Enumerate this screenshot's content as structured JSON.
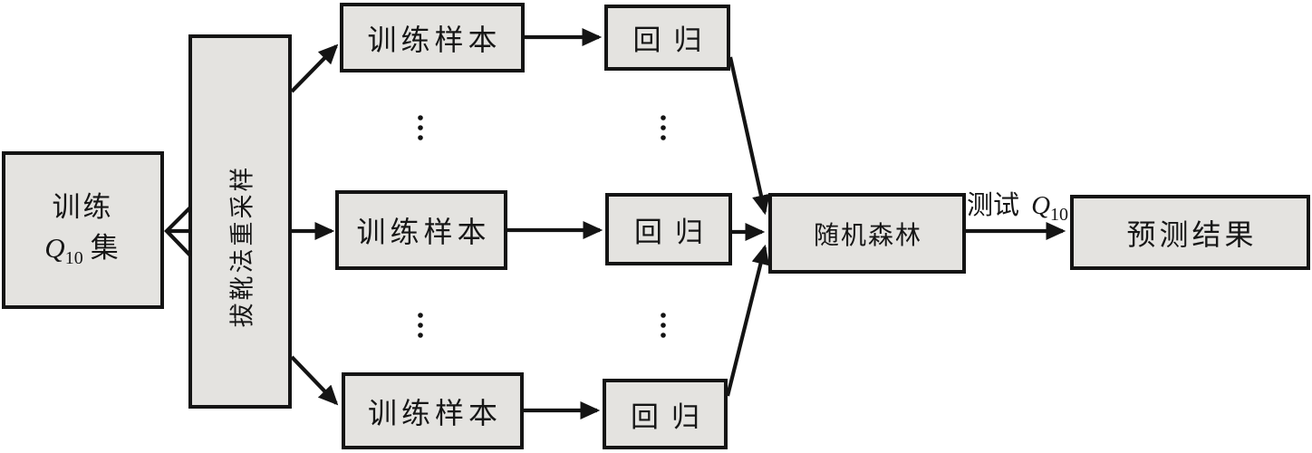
{
  "diagram": {
    "description": "random-forest-training-flowchart",
    "colors": {
      "background": "#ffffff",
      "node_fill": "#e4e3e0",
      "node_border": "#141414",
      "arrow": "#141414"
    },
    "nodes": {
      "train_set": {
        "line1": "训练",
        "q_symbol": "Q",
        "q_subscript": "10",
        "set_suffix": "集"
      },
      "bootstrap": {
        "label": "拔靴法重采样"
      },
      "samples": {
        "top": "训练样本",
        "middle": "训练样本",
        "bottom": "训练样本"
      },
      "regressions": {
        "top": "回归",
        "middle": "回归",
        "bottom": "回归"
      },
      "random_forest": {
        "label": "随机森林"
      },
      "prediction": {
        "label": "预测结果"
      }
    },
    "edge_label": {
      "prefix": "测试",
      "q_symbol": "Q",
      "q_subscript": "10"
    }
  }
}
